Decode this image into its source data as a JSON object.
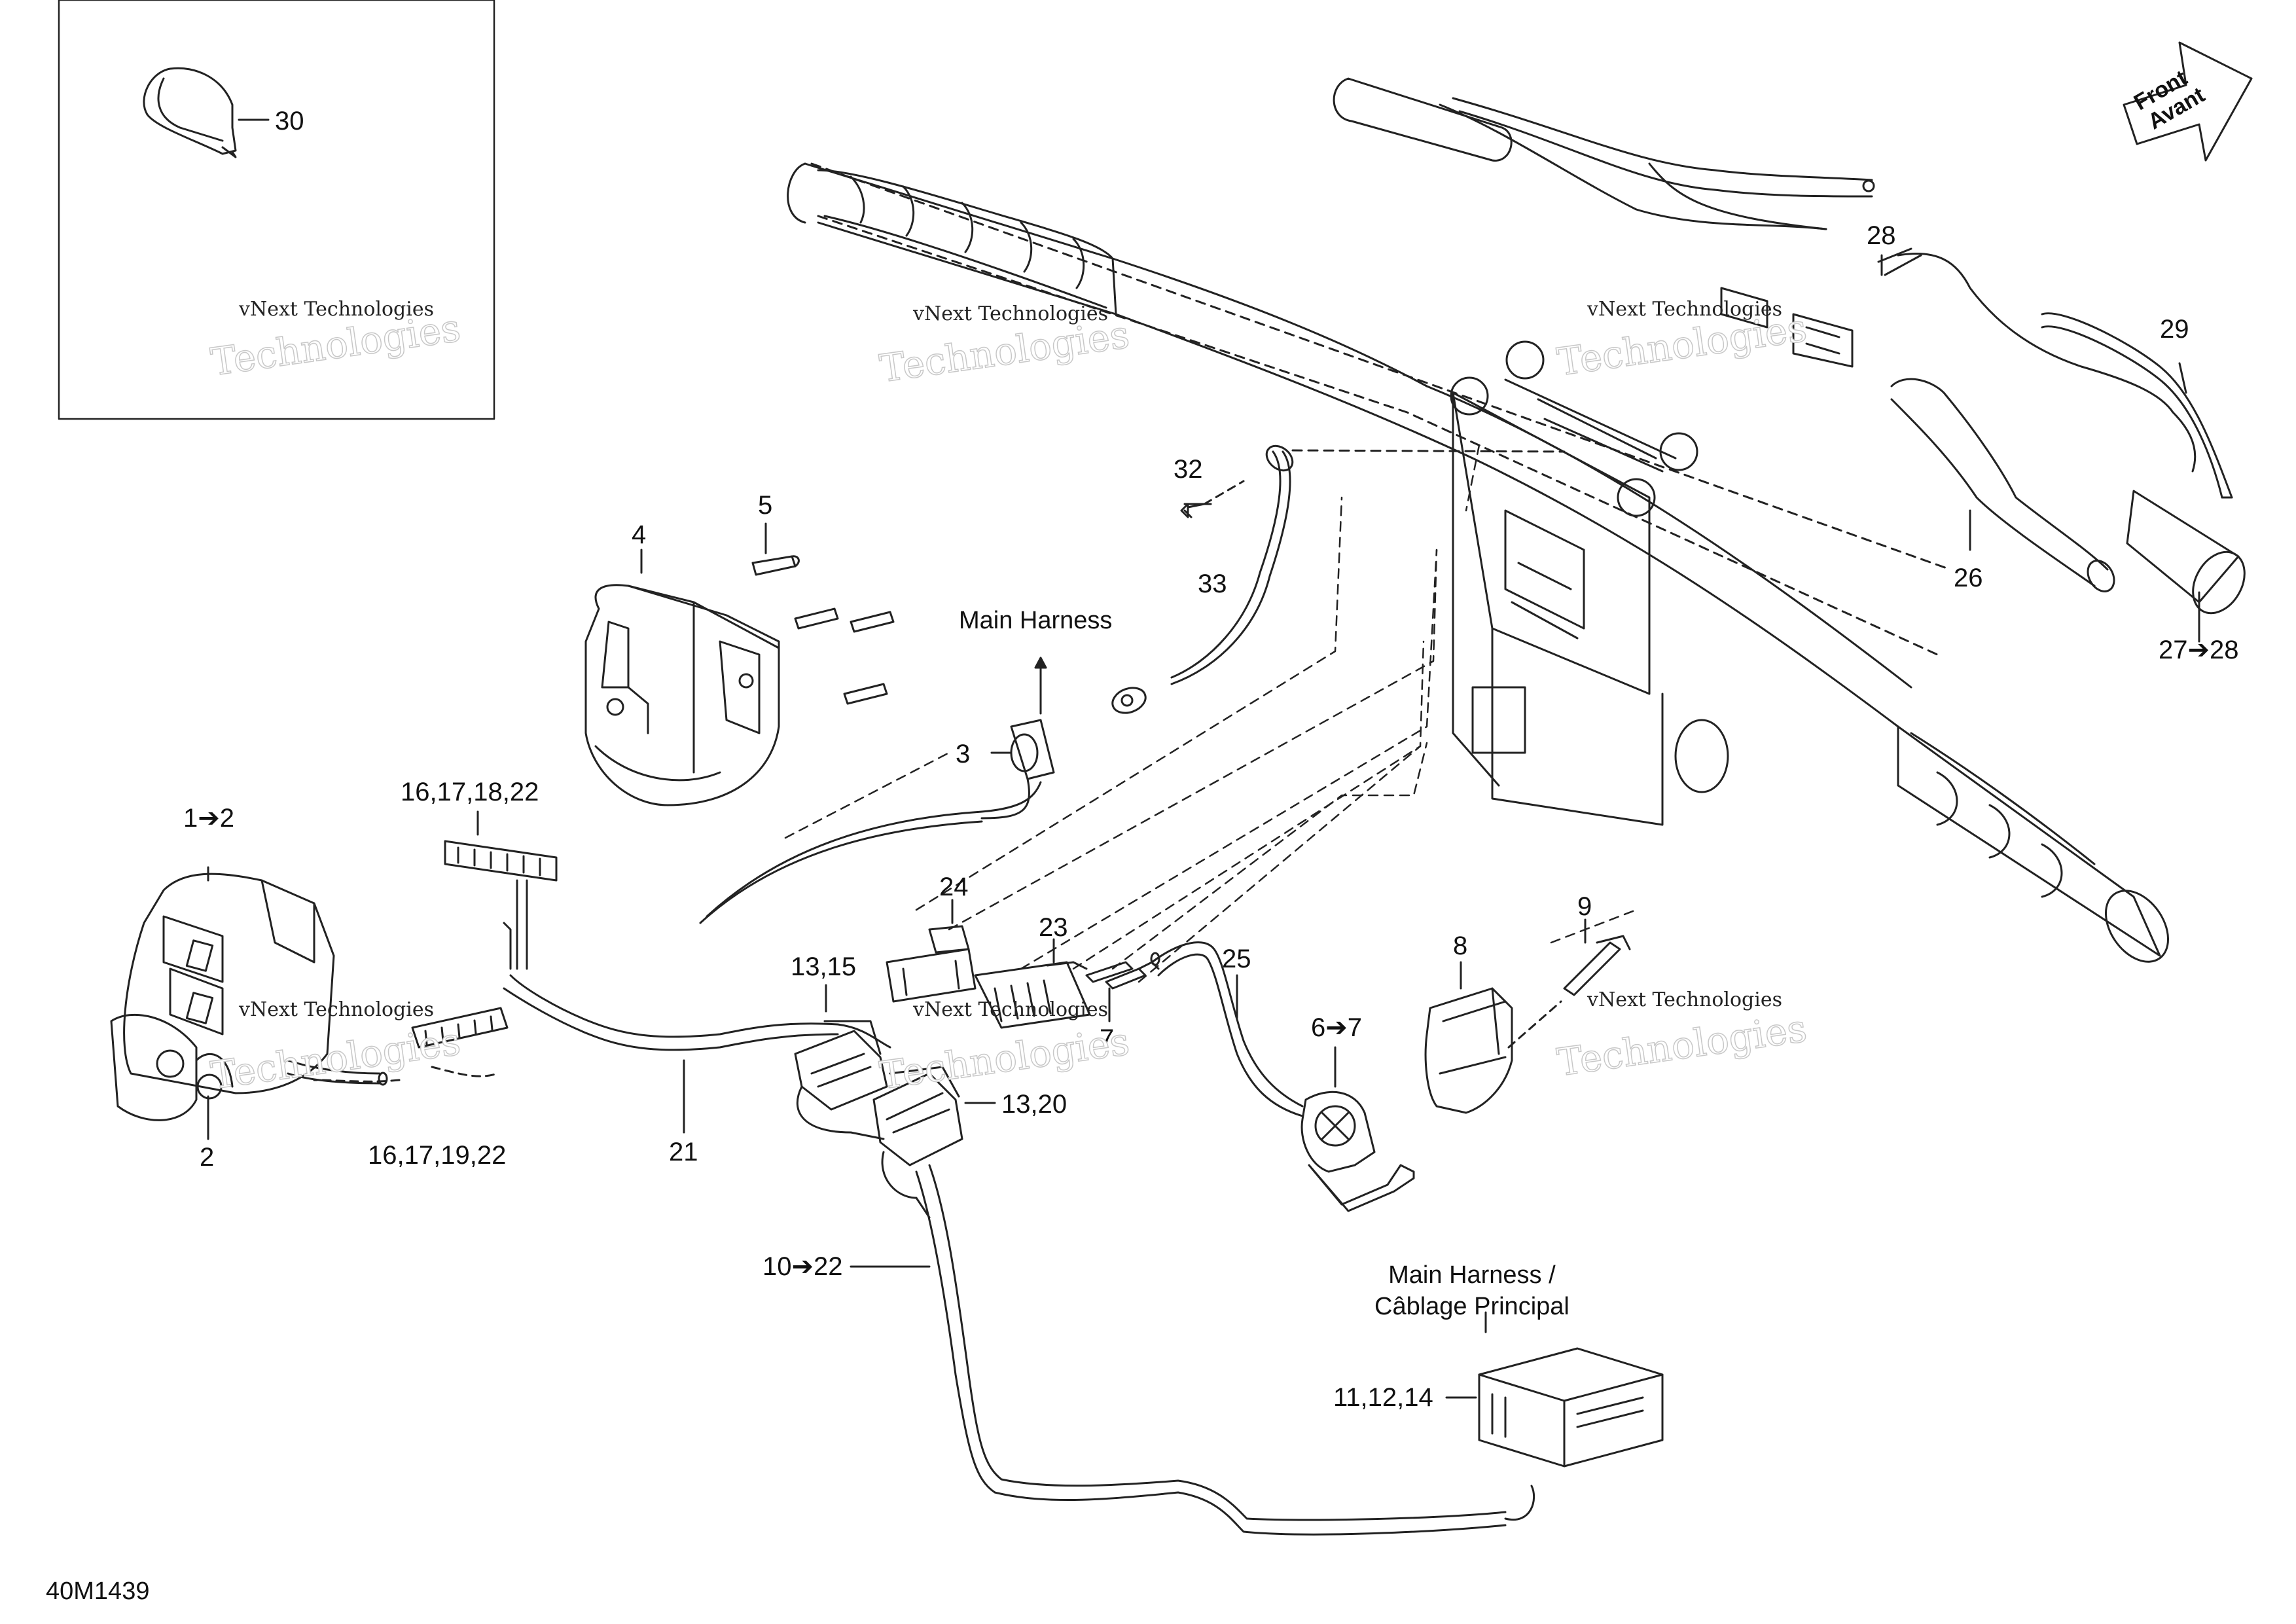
{
  "diagram": {
    "part_labels": [
      {
        "id": "l30",
        "text": "30"
      },
      {
        "id": "l28a",
        "text": "28"
      },
      {
        "id": "l29",
        "text": "29"
      },
      {
        "id": "l26",
        "text": "26"
      },
      {
        "id": "l2728",
        "text": "27➔28"
      },
      {
        "id": "l32",
        "text": "32"
      },
      {
        "id": "l33",
        "text": "33"
      },
      {
        "id": "l5",
        "text": "5"
      },
      {
        "id": "l4",
        "text": "4"
      },
      {
        "id": "l3",
        "text": "3"
      },
      {
        "id": "l12",
        "text": "1➔2"
      },
      {
        "id": "l2",
        "text": "2"
      },
      {
        "id": "l16a",
        "text": "16,17,18,22"
      },
      {
        "id": "l16b",
        "text": "16,17,19,22"
      },
      {
        "id": "l21",
        "text": "21"
      },
      {
        "id": "l24",
        "text": "24"
      },
      {
        "id": "l23",
        "text": "23"
      },
      {
        "id": "l7",
        "text": "7"
      },
      {
        "id": "l1315",
        "text": "13,15"
      },
      {
        "id": "l1320",
        "text": "13,20"
      },
      {
        "id": "l25",
        "text": "25"
      },
      {
        "id": "l67",
        "text": "6➔7"
      },
      {
        "id": "l8",
        "text": "8"
      },
      {
        "id": "l9",
        "text": "9"
      },
      {
        "id": "l1022",
        "text": "10➔22"
      },
      {
        "id": "l111214",
        "text": "11,12,14"
      }
    ],
    "notes": {
      "main_harness": "Main Harness",
      "main_harness_fr_1": "Main Harness /",
      "main_harness_fr_2": "Câblage Principal"
    },
    "direction_arrow": {
      "line1": "Front",
      "line2": "Avant"
    },
    "watermark": {
      "small": "vNext Technologies",
      "big": "Technologies"
    },
    "drawing_code": "40M1439"
  }
}
